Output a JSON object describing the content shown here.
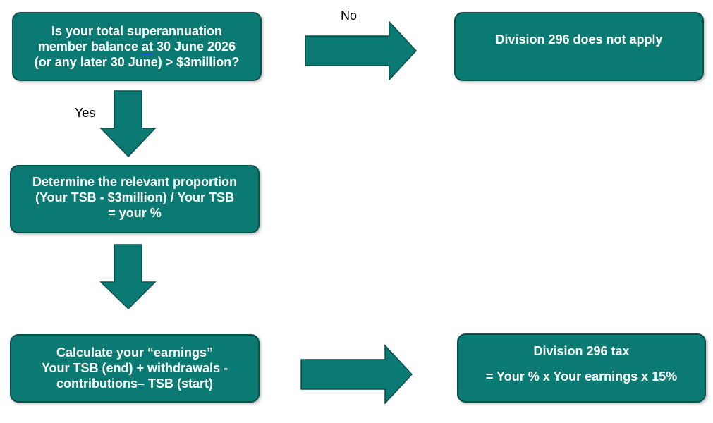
{
  "box_question": {
    "line1": "Is your total superannuation",
    "line2_pre": "member balance ",
    "line2_at": "at",
    "line2_post": " 30 June 2026",
    "line3": "(or any later 30 June) > $3million?"
  },
  "box_not_apply": {
    "text": "Division 296 does not apply"
  },
  "box_proportion": {
    "line1": "Determine the relevant proportion",
    "line2": "(Your TSB - $3million) / Your TSB",
    "line3": "= your %"
  },
  "box_earnings": {
    "line1": "Calculate your “earnings”",
    "line2": "Your TSB (end) + withdrawals -",
    "line3": "contributions– TSB (start)"
  },
  "box_tax": {
    "line1": "Division 296 tax",
    "line2": "= Your % x Your earnings x 15%"
  },
  "labels": {
    "no": "No",
    "yes": "Yes"
  },
  "colors": {
    "box_fill": "#0b7a73",
    "box_border": "#0a4f4b",
    "text": "#ffffff"
  }
}
